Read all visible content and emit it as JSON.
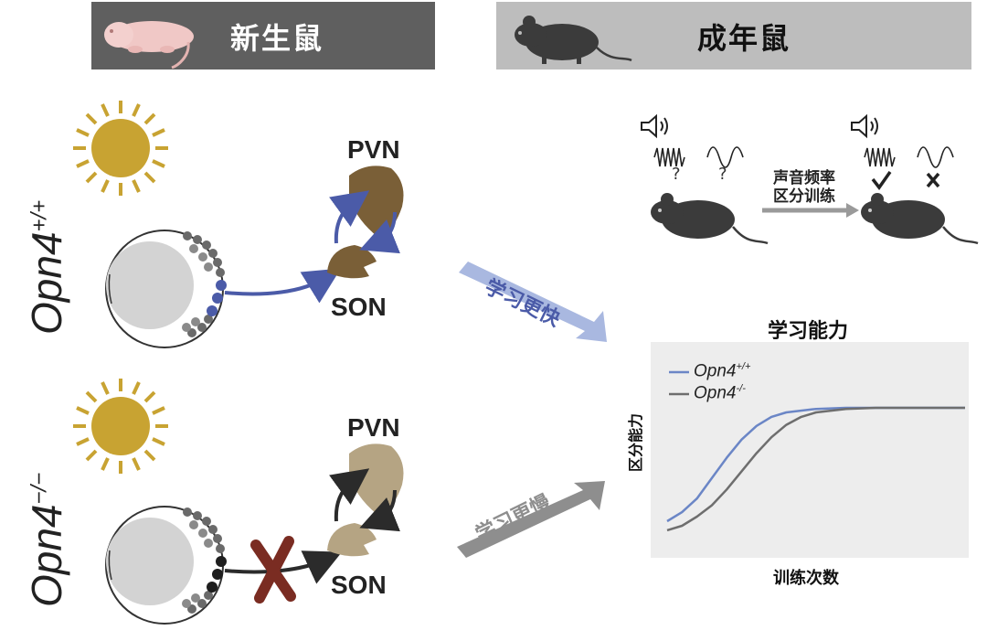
{
  "banners": {
    "newborn": "新生鼠",
    "adult": "成年鼠"
  },
  "genotypes": {
    "wt": {
      "base": "Opn4",
      "sup": "+/+"
    },
    "ko": {
      "base": "Opn4",
      "sup": "−/−"
    }
  },
  "nuclei": {
    "pvn": "PVN",
    "son": "SON"
  },
  "arrows": {
    "faster": "学习更快",
    "slower": "学习更慢"
  },
  "training": {
    "line1": "声音频率",
    "line2": "区分训练",
    "question": "?"
  },
  "chart_data": {
    "type": "line",
    "title": "学习能力",
    "xlabel": "训练次数",
    "ylabel": "区分能力",
    "xlim": [
      0,
      10
    ],
    "ylim": [
      0,
      1
    ],
    "grid": false,
    "legend": "top-left",
    "series": [
      {
        "name_base": "Opn4",
        "name_sup": "+/+",
        "color": "#6b86c6",
        "x": [
          0,
          0.5,
          1,
          1.5,
          2,
          2.5,
          3,
          3.5,
          4,
          5,
          6,
          7,
          8,
          9,
          10
        ],
        "y": [
          0.0,
          0.08,
          0.2,
          0.38,
          0.56,
          0.72,
          0.84,
          0.92,
          0.96,
          0.99,
          1.0,
          1.0,
          1.0,
          1.0,
          1.0
        ]
      },
      {
        "name_base": "Opn4",
        "name_sup": "-/-",
        "color": "#6e6e6e",
        "x": [
          0,
          0.5,
          1,
          1.5,
          2,
          2.5,
          3,
          3.5,
          4,
          4.5,
          5,
          6,
          7,
          8,
          9,
          10
        ],
        "y": [
          -0.08,
          -0.04,
          0.04,
          0.14,
          0.28,
          0.44,
          0.6,
          0.74,
          0.85,
          0.92,
          0.96,
          0.99,
          1.0,
          1.0,
          1.0,
          1.0
        ]
      }
    ]
  },
  "colors": {
    "sun": "#c8a332",
    "pvn_wt": "#7a5f37",
    "pvn_ko": "#b5a483",
    "arrow_blue": "#4b5ba8",
    "arrow_dark": "#2b2b2b",
    "cross": "#7a2c22"
  }
}
